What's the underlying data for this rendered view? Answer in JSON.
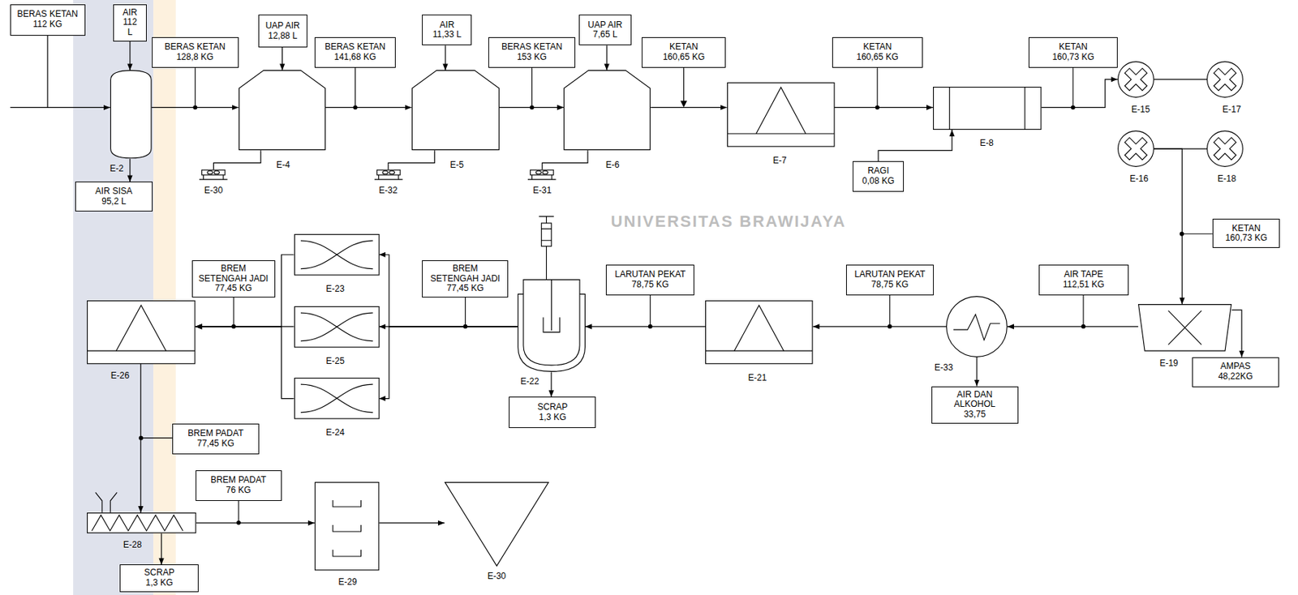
{
  "diagram": {
    "nodes": [
      {
        "text": [
          "BERAS KETAN 112 KG"
        ]
      },
      {
        "text": [
          "AIR 112 L"
        ]
      },
      {
        "text": [
          "E-2"
        ]
      },
      {
        "text": [
          "AIR SISA 95,2 L"
        ]
      },
      {
        "text": [
          "BERAS KETAN 128,8 KG"
        ]
      },
      {
        "text": [
          "UAP AIR 12,88 L"
        ]
      },
      {
        "text": [
          "E-4"
        ]
      },
      {
        "text": [
          "E-30"
        ]
      },
      {
        "text": [
          "BERAS KETAN 141,68 KG"
        ]
      },
      {
        "text": [
          "AIR 11,33 L"
        ]
      },
      {
        "text": [
          "E-5"
        ]
      },
      {
        "text": [
          "E-32"
        ]
      },
      {
        "text": [
          "BERAS KETAN 153 KG"
        ]
      },
      {
        "text": [
          "UAP AIR 7,65 L"
        ]
      },
      {
        "text": [
          "E-6"
        ]
      },
      {
        "text": [
          "E-31"
        ]
      },
      {
        "text": [
          "KETAN 160,65 KG"
        ]
      },
      {
        "text": [
          "E-7"
        ]
      },
      {
        "text": [
          "KETAN 160,65 KG"
        ]
      },
      {
        "text": [
          "E-8"
        ]
      },
      {
        "text": [
          "RAGI 0,08 KG"
        ]
      },
      {
        "text": [
          "KETAN 160,73 KG"
        ]
      },
      {
        "text": [
          "E-15"
        ]
      },
      {
        "text": [
          "E-17"
        ]
      },
      {
        "text": [
          "E-16"
        ]
      },
      {
        "text": [
          "E-18"
        ]
      },
      {
        "text": [
          "KETAN 160,73 KG"
        ]
      },
      {
        "text": [
          "E-19"
        ]
      },
      {
        "text": [
          "AMPAS 48,22KG"
        ]
      },
      {
        "text": [
          "AIR TAPE 112,51 KG"
        ]
      },
      {
        "text": [
          "E-33"
        ]
      },
      {
        "text": [
          "AIR DAN ALKOHOL 33,75"
        ]
      },
      {
        "text": [
          "LARUTAN PEKAT 78,75 KG"
        ]
      },
      {
        "text": [
          "E-21"
        ]
      },
      {
        "text": [
          "LARUTAN PEKAT 78,75 KG"
        ]
      },
      {
        "text": [
          "E-22"
        ]
      },
      {
        "text": [
          "SCRAP 1,3 KG"
        ]
      },
      {
        "text": [
          "BREM SETENGAH JADI 77,45 KG"
        ]
      },
      {
        "text": [
          "E-23"
        ]
      },
      {
        "text": [
          "E-25"
        ]
      },
      {
        "text": [
          "E-24"
        ]
      },
      {
        "text": [
          "BREM SETENGAH JADI 77,45 KG"
        ]
      },
      {
        "text": [
          "E-26"
        ]
      },
      {
        "text": [
          "BREM PADAT 77,45 KG"
        ]
      },
      {
        "text": [
          "E-28"
        ]
      },
      {
        "text": [
          "SCRAP 1,3 KG"
        ]
      },
      {
        "text": [
          "BREM PADAT 76 KG"
        ]
      },
      {
        "text": [
          "E-29"
        ]
      },
      {
        "text": [
          "E-30"
        ]
      }
    ],
    "edges": [
      {
        "from": 0,
        "to": 2,
        "arrow": "to"
      },
      {
        "from": 1,
        "to": 2,
        "arrow": "to"
      },
      {
        "from": 2,
        "to": 3,
        "arrow": "to"
      },
      {
        "from": 2,
        "to": 6,
        "arrow": "to"
      },
      {
        "from": 5,
        "to": 6,
        "arrow": "to"
      },
      {
        "from": 6,
        "to": 7,
        "arrow": "none"
      },
      {
        "from": 6,
        "to": 10,
        "arrow": "to"
      },
      {
        "from": 9,
        "to": 10,
        "arrow": "to"
      },
      {
        "from": 10,
        "to": 11,
        "arrow": "none"
      },
      {
        "from": 10,
        "to": 14,
        "arrow": "to"
      },
      {
        "from": 13,
        "to": 14,
        "arrow": "to"
      },
      {
        "from": 14,
        "to": 15,
        "arrow": "none"
      },
      {
        "from": 14,
        "to": 17,
        "arrow": "to"
      },
      {
        "from": 17,
        "to": 19,
        "arrow": "to"
      },
      {
        "from": 20,
        "to": 19,
        "arrow": "to"
      },
      {
        "from": 19,
        "to": 22,
        "arrow": "to"
      },
      {
        "from": 22,
        "to": 23,
        "arrow": "none"
      },
      {
        "from": 24,
        "to": 25,
        "arrow": "none"
      },
      {
        "from": 24,
        "to": 27,
        "arrow": "to"
      },
      {
        "from": 27,
        "to": 28,
        "arrow": "to"
      },
      {
        "from": 27,
        "to": 30,
        "arrow": "to"
      },
      {
        "from": 30,
        "to": 31,
        "arrow": "to"
      },
      {
        "from": 30,
        "to": 33,
        "arrow": "to"
      },
      {
        "from": 33,
        "to": 35,
        "arrow": "to"
      },
      {
        "from": 35,
        "to": 36,
        "arrow": "to"
      },
      {
        "from": 35,
        "to": 38,
        "arrow": "to"
      },
      {
        "from": 35,
        "to": 39,
        "arrow": "to"
      },
      {
        "from": 35,
        "to": 40,
        "arrow": "to"
      },
      {
        "from": 38,
        "to": 42,
        "arrow": "to"
      },
      {
        "from": 39,
        "to": 42,
        "arrow": "to"
      },
      {
        "from": 40,
        "to": 42,
        "arrow": "to"
      },
      {
        "from": 42,
        "to": 44,
        "arrow": "to"
      },
      {
        "from": 44,
        "to": 45,
        "arrow": "to"
      },
      {
        "from": 44,
        "to": 47,
        "arrow": "to"
      },
      {
        "from": 47,
        "to": 48,
        "arrow": "to"
      }
    ],
    "labels": [
      "UNIVERSITAS BRAWIJAYA"
    ]
  }
}
